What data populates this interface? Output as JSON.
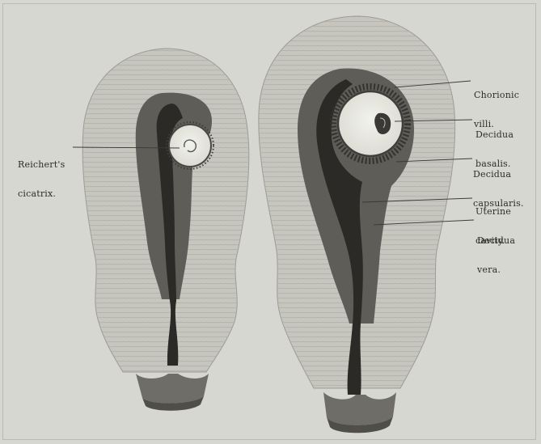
{
  "labels": {
    "reichert": [
      "Reichert's",
      "cicatrix."
    ],
    "chorionic_villi": [
      "Chorionic",
      "villi."
    ],
    "decidua_basalis": [
      "Decidua",
      "basalis."
    ],
    "decidua_capsularis": [
      "Decidua",
      "capsularis."
    ],
    "uterine_cavity": [
      "Uterine",
      "cavity."
    ],
    "decidua_vera": [
      "Decidua",
      "vera."
    ]
  },
  "colors": {
    "background": "#d6d7d1",
    "uterine_wall": "#c4c3bc",
    "wall_lines": "#a9a8a1",
    "decidua": "#5c5b56",
    "cavity": "#2a2926",
    "ovum": "#ecece6",
    "leader": "#3a3a37"
  }
}
